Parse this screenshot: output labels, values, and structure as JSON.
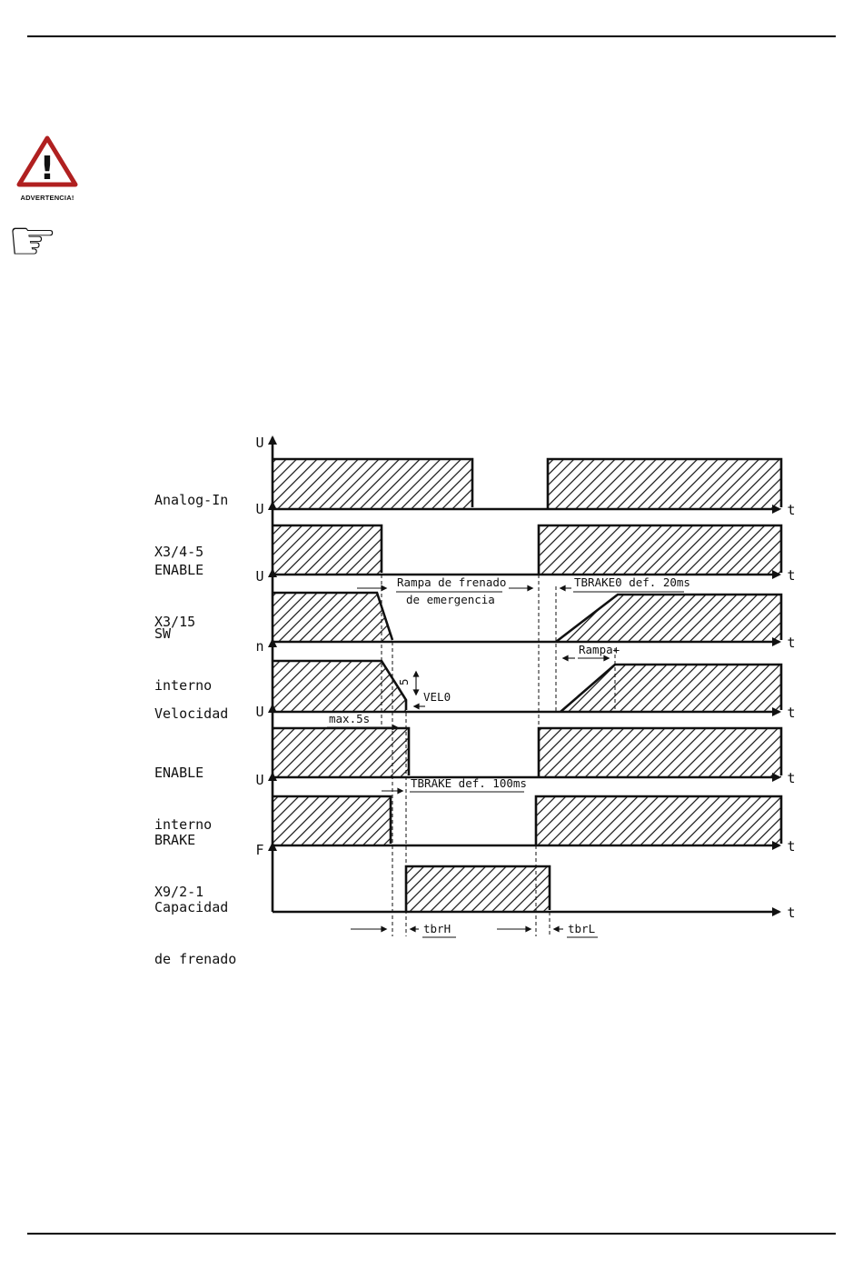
{
  "page": {
    "warning_label": "ADVERTENCIA!"
  },
  "icons": {
    "warning_glyph": "!",
    "hand_glyph": "☞"
  },
  "diagram": {
    "signals": [
      {
        "line1": "Analog-In",
        "line2": "X3/4-5",
        "y_axis": "U",
        "x_axis": "t"
      },
      {
        "line1": "ENABLE",
        "line2": "X3/15",
        "y_axis": "U",
        "x_axis": "t"
      },
      {
        "line1": "SW",
        "line2": "interno",
        "y_axis": "U",
        "x_axis": "t"
      },
      {
        "line1": "Velocidad",
        "line2": "",
        "y_axis": "n",
        "x_axis": "t"
      },
      {
        "line1": "ENABLE",
        "line2": "interno",
        "y_axis": "U",
        "x_axis": "t"
      },
      {
        "line1": "BRAKE",
        "line2": "X9/2-1",
        "y_axis": "U",
        "x_axis": "t"
      },
      {
        "line1": "Capacidad",
        "line2": "de frenado",
        "y_axis": "F",
        "x_axis": "t"
      }
    ],
    "annotations": {
      "ramp_line1": "Rampa de frenado",
      "ramp_line2": "de emergencia",
      "tbrake0": "TBRAKE0 def. 20ms",
      "rampa_plus": "Rampa+",
      "vel0": "VEL0",
      "pct5": "5",
      "max5s": "max.5s",
      "tbrake": "TBRAKE def. 100ms",
      "tbrh": "tbrH",
      "tbrl": "tbrL"
    }
  }
}
